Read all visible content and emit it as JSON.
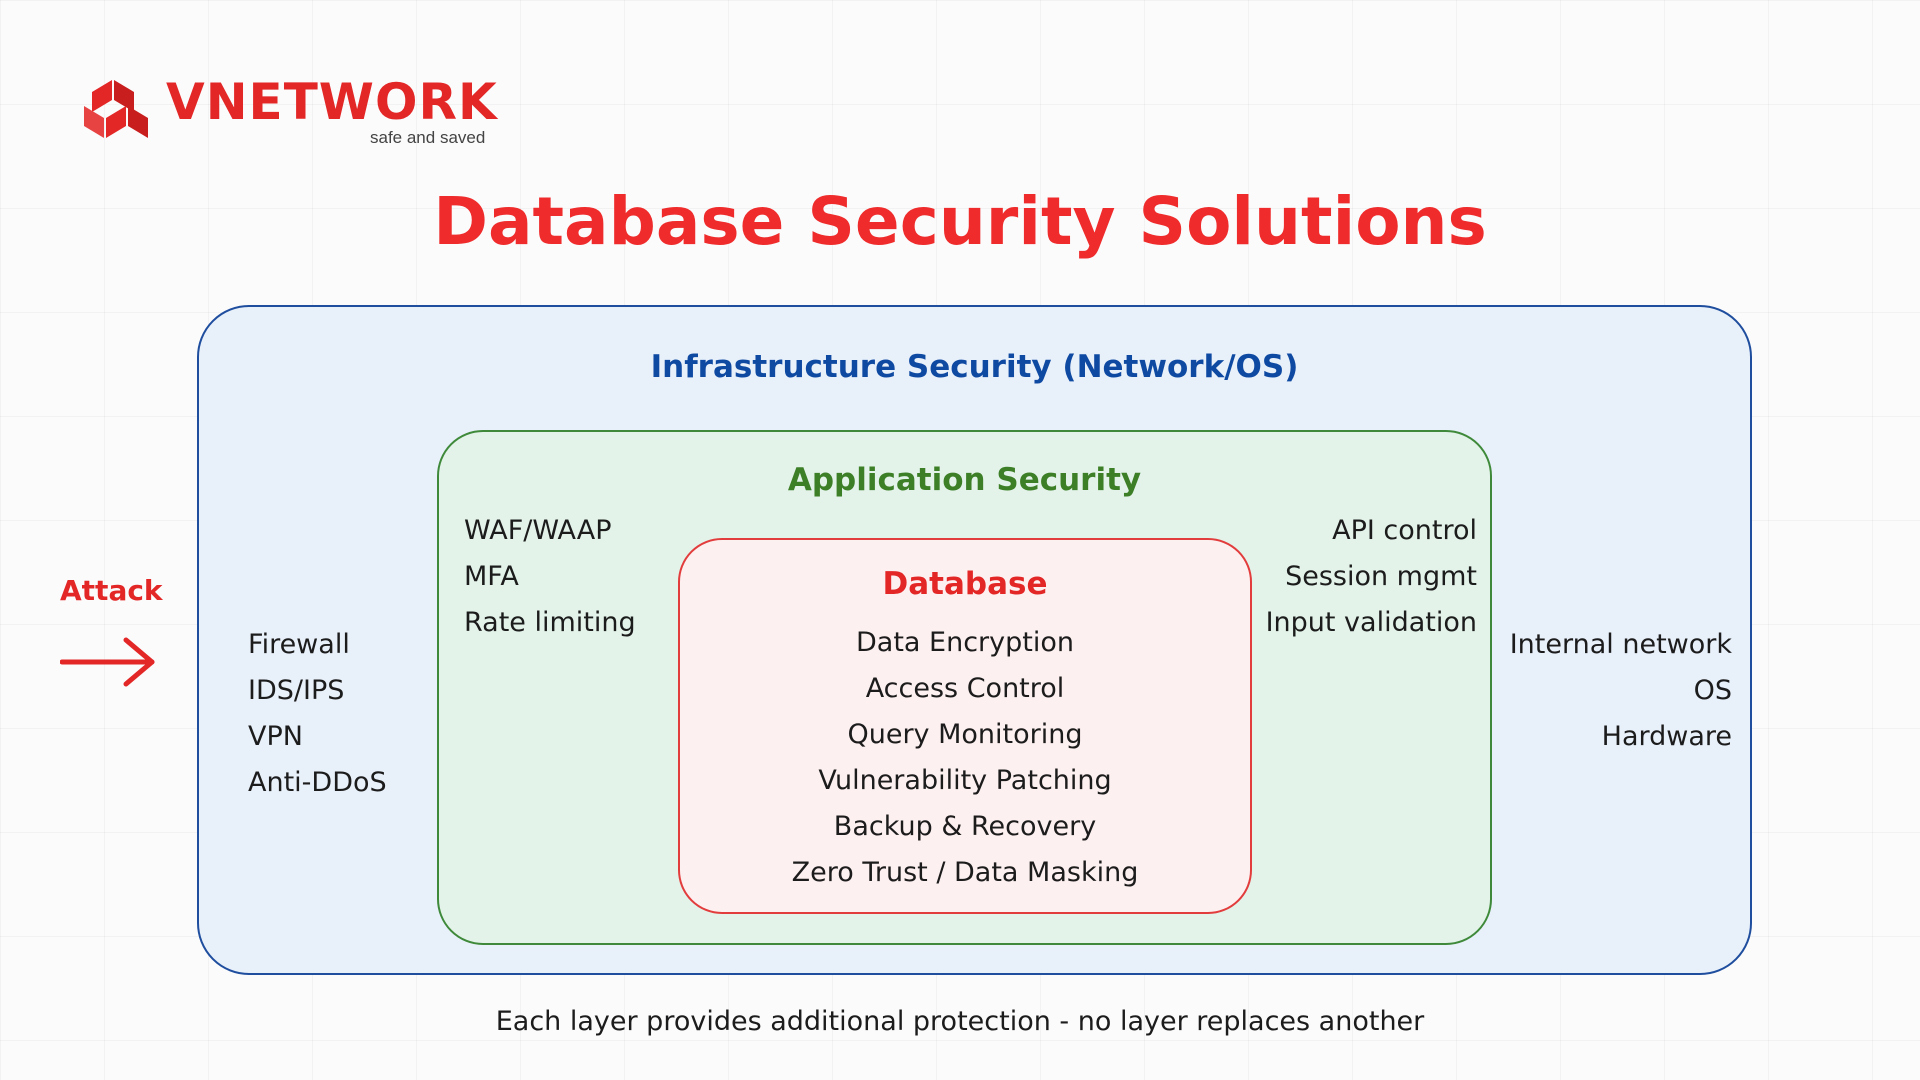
{
  "brand": {
    "name": "VNETWORK",
    "tagline": "safe and saved",
    "color": "#e32626"
  },
  "title": "Database Security Solutions",
  "attack": {
    "label": "Attack",
    "icon": "arrow-right-icon"
  },
  "infrastructure": {
    "title": "Infrastructure Security (Network/OS)",
    "left_items": [
      "Firewall",
      "IDS/IPS",
      "VPN",
      "Anti-DDoS"
    ],
    "right_items": [
      "Internal network",
      "OS",
      "Hardware"
    ],
    "color": "#0f4aa2"
  },
  "application": {
    "title": "Application Security",
    "left_items": [
      "WAF/WAAP",
      "MFA",
      "Rate limiting"
    ],
    "right_items": [
      "API control",
      "Session mgmt",
      "Input validation"
    ],
    "color": "#3d7f27"
  },
  "database": {
    "title": "Database",
    "items": [
      "Data Encryption",
      "Access Control",
      "Query Monitoring",
      "Vulnerability Patching",
      "Backup & Recovery",
      "Zero Trust / Data Masking"
    ],
    "color": "#e32626"
  },
  "footer": "Each layer provides additional protection - no layer replaces another"
}
